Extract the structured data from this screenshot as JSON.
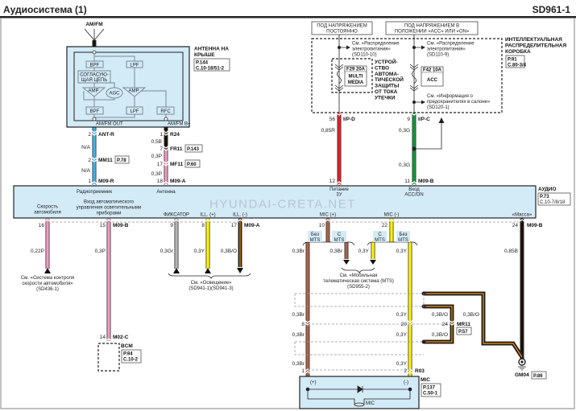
{
  "header": {
    "title": "Аудиосистема (1)",
    "code": "SD961-1"
  },
  "antenna": {
    "label": "AM/FM",
    "module_l1": "АНТЕННА НА",
    "module_l2": "КРЫШЕ",
    "ref1": "P.144",
    "ref2": "C.10-18/51-2",
    "bpf": "BPF",
    "lpf": "LPF",
    "rfc": "RFC",
    "amp": "AMP",
    "agc": "AGC",
    "match1": "СОГЛАСУЮ-",
    "match2": "ЩАЯ ЦЕПЬ",
    "out": "AM/FM OUT",
    "bplus": "AM/FM B+"
  },
  "antenna_wires": {
    "ant_r_pin": "2",
    "ant_r": "ANT-R",
    "na1": "N/A",
    "mm11_pin": "2",
    "mm11": "MM11",
    "mm11_ref": "P.78",
    "na2": "N/A",
    "m09r_pin": "1",
    "m09r": "M09-R",
    "r24_pin": "1",
    "r24": "R24",
    "w05b": "0,5B",
    "fr11_pin": "7",
    "fr11": "FR11",
    "fr11_ref": "P.143",
    "w03p1": "0,3P",
    "mf11_pin": "17",
    "mf11": "MF11",
    "mf11_ref": "P.60",
    "w03p2": "0,3P",
    "m09a_pin": "18",
    "m09a": "M09-A"
  },
  "power": {
    "const_l1": "ПОД НАПРЯЖЕНИЕМ",
    "const_l2": "ПОСТОЯННО",
    "acc_l1": "ПОД НАПРЯЖЕНИЕМ В",
    "acc_l2": "ПОЛОЖЕНИИ «ACC» ИЛИ «ON»",
    "ipdm_l1": "ИНТЕЛЛЕКТУАЛЬНАЯ",
    "ipdm_l2": "РАСПРЕДЕЛИТЕЛЬНАЯ",
    "ipdm_l3": "КОРОБКА",
    "ipdm_ref1": "P.91",
    "ipdm_ref2": "C.80-3/4",
    "see1_l1": "См. «Распределение",
    "see1_l2": "электропитания»",
    "see1_l3": "(SD110-10)",
    "see2_l1": "См. «Распределение",
    "see2_l2": "электропитания»",
    "see2_l3": "(SD110-9)",
    "see3_l1": "См. «Информация о",
    "see3_l2": "предохранителях в салоне»",
    "see3_l3": "(SD120-1)",
    "f29": "F29 20A",
    "f29_name1": "MULTI",
    "f29_name2": "MEDIA",
    "f42": "F42 10A",
    "f42_name": "ACC",
    "dev": [
      "УСТРОЙ-",
      "СТВО",
      "АВТОМА-",
      "ТИЧЕСКОЙ",
      "ЗАЩИТЫ",
      "ОТ ТОКА",
      "УТЕЧКИ"
    ],
    "ipd_pin": "56",
    "ipd": "I/P-D",
    "w085r": "0,85R",
    "pin12": "12",
    "ipc_pin": "9",
    "ipc": "I/P-C",
    "w03g1": "0,3G",
    "w03g2": "0,3G",
    "pin11": "11",
    "m09b": "M09-B"
  },
  "audio": {
    "name": "АУДИО",
    "ref1": "P.73",
    "ref2": "C.10-7/8/18",
    "radio": "Радиоприемник",
    "antenna": "Антенна",
    "speed_l1": "Скорость",
    "speed_l2": "автомобиля",
    "auto_l1": "Вход автоматического",
    "auto_l2": "управления осветительными",
    "auto_l3": "приборами",
    "fix": "ФИКСАТОР",
    "ill_p": "ILL. (+)",
    "ill_m": "ILL. (-)",
    "pwr_l1": "Питание",
    "pwr_l2": "3У",
    "acc_l1": "Вход",
    "acc_l2": "ACC/ON",
    "mic_p": "MIC (+)",
    "mic_m": "MIC (-)",
    "gnd": "«Масса»",
    "watermark": "HYUNDAI-CRETA.NET"
  },
  "bottom": {
    "p16": "16",
    "p15": "15",
    "m09b": "M09-B",
    "p9": "9",
    "p8": "8",
    "p17": "17",
    "m09a": "M09-A",
    "w022p": "0,22P",
    "w03p": "0,3P",
    "w03gr": "0,3Gr",
    "w03y": "0,3Y",
    "w03bo": "0,3B/O",
    "speed_see1": "См. «Система контроля",
    "speed_see2": "скорости автомобиля»",
    "speed_see3": "(SD436-1)",
    "ill_see1": "См. «Освещение»",
    "ill_see2": "(SD941-1)(SD941-3)",
    "p14": "14",
    "m02c": "M02-C",
    "bcm": "BCM",
    "bcm_ref1": "P.94",
    "bcm_ref2": "C.10-2",
    "p10": "10",
    "p22": "22",
    "p24": "24",
    "no_mts1": "Без",
    "no_mts2": "MTS",
    "with_mts1": "C",
    "with_mts2": "MTS",
    "w03br": "0,3Br",
    "w085b": "0,85B",
    "mts_see1": "См. «Мобильная",
    "mts_see2": "телематическая система (MTS)",
    "mts_see3": "(SD955-2)",
    "p8b": "8",
    "p20": "20",
    "p24b": "24",
    "mr11": "MR11",
    "mr11_ref": "P.57",
    "p1": "1",
    "p2": "2",
    "r03": "R03",
    "mic": "MIC",
    "mic_ref1": "P.137",
    "mic_ref2": "C.50-1",
    "mic_plus": "(+)",
    "mic_minus": "(-)",
    "mic_inner": "MIC",
    "gm04": "GM04",
    "gm04_ref": "P.86"
  },
  "colors": {
    "blue": "#3fb2e8",
    "pink": "#f29ac2",
    "black": "#1a1208",
    "red": "#e41e26",
    "green": "#0f9a3c",
    "gray": "#b5b5b5",
    "yellow": "#fff200",
    "brown": "#a8624a",
    "orange": "#f39a1e",
    "panel": "#d3eaf7"
  }
}
